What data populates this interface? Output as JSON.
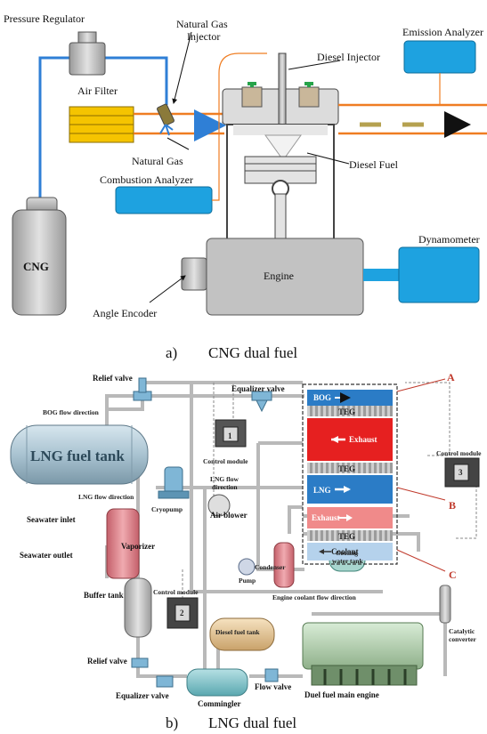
{
  "panel_a": {
    "caption_letter": "a)",
    "caption_text": "CNG dual fuel",
    "labels": {
      "pressure_regulator": "Pressure Regulator",
      "natural_gas_injector_1": "Natural Gas",
      "natural_gas_injector_2": "Injector",
      "diesel_injector": "Diesel Injector",
      "emission_analyzer": "Emission Analyzer",
      "air_filter": "Air Filter",
      "natural_gas": "Natural Gas",
      "diesel_fuel": "Diesel Fuel",
      "combustion_analyzer": "Combustion Analyzer",
      "dynamometer": "Dynamometer",
      "cng": "CNG",
      "engine": "Engine",
      "angle_encoder": "Angle Encoder"
    }
  },
  "panel_b": {
    "caption_letter": "b)",
    "caption_text": "LNG dual fuel",
    "labels": {
      "relief_valve_top": "Relief valve",
      "bog_flow_direction": "BOG flow direction",
      "equalizer_valve_top": "Equalizer valve",
      "lng_fuel_tank": "LNG fuel tank",
      "lng_flow_direction_1": "LNG flow direction",
      "lng_flow_direction_2a": "LNG flow",
      "lng_flow_direction_2b": "direction",
      "cryopump": "Cryopump",
      "control_module_1": "Control module",
      "control_module_3": "Control module",
      "control_module_2": "Control module",
      "seawater_inlet": "Seawater inlet",
      "seawater_outlet": "Seawater outlet",
      "vaporizer": "Vaporizer",
      "air_blower": "Air blower",
      "condenser": "Condenser",
      "pump": "Pump",
      "cooling_water_tank_1": "Cooling",
      "cooling_water_tank_2": "water tank",
      "buffer_tank": "Buffer tank",
      "engine_coolant_flow": "Engine coolant flow direction",
      "diesel_fuel_tank": "Diesel fuel tank",
      "relief_valve_bottom": "Relief valve",
      "equalizer_valve_bottom": "Equalizer valve",
      "commingler": "Commingler",
      "flow_valve": "Flow valve",
      "main_engine": "Duel fuel main engine",
      "catalytic_1": "Catalytic",
      "catalytic_2": "converter",
      "marker_a": "A",
      "marker_b": "B",
      "marker_c": "C",
      "module_num_1": "1",
      "module_num_2": "2",
      "module_num_3": "3"
    },
    "stack_bands": {
      "bog": "BOG",
      "teg_1": "TEG",
      "exhaust_1": "Exhaust",
      "teg_2": "TEG",
      "lng": "LNG",
      "exhaust_2": "Exhaust",
      "teg_3": "TEG",
      "coolant": "Coolant"
    }
  }
}
